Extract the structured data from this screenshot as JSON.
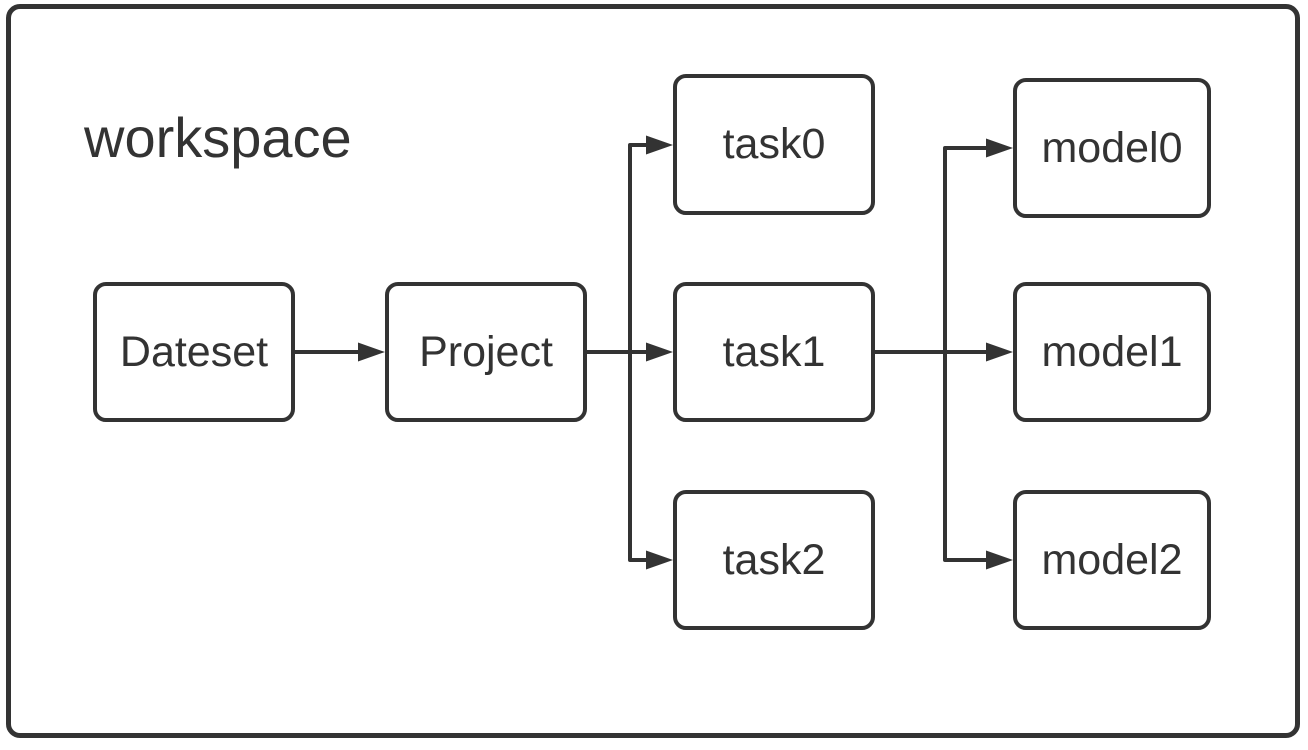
{
  "diagram": {
    "container_label": "workspace",
    "nodes": [
      {
        "id": "dateset",
        "label": "Dateset"
      },
      {
        "id": "project",
        "label": "Project"
      },
      {
        "id": "task0",
        "label": "task0"
      },
      {
        "id": "task1",
        "label": "task1"
      },
      {
        "id": "task2",
        "label": "task2"
      },
      {
        "id": "model0",
        "label": "model0"
      },
      {
        "id": "model1",
        "label": "model1"
      },
      {
        "id": "model2",
        "label": "model2"
      }
    ],
    "edges": [
      {
        "from": "Dateset",
        "to": "Project"
      },
      {
        "from": "Project",
        "to": "task0"
      },
      {
        "from": "Project",
        "to": "task1"
      },
      {
        "from": "Project",
        "to": "task2"
      },
      {
        "from": "task1",
        "to": "model0"
      },
      {
        "from": "task1",
        "to": "model1"
      },
      {
        "from": "task1",
        "to": "model2"
      }
    ],
    "colors": {
      "stroke": "#333333",
      "text": "#333333",
      "background": "#ffffff"
    }
  }
}
